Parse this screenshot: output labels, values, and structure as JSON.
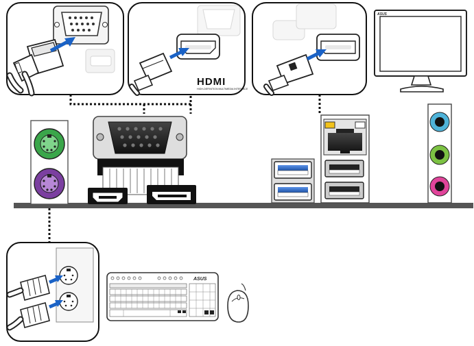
{
  "hdmi_logo": {
    "wordmark": "HDMI",
    "tagline": "HIGH-DEFINITION MULTIMEDIA INTERFACE"
  },
  "monitor": {
    "brand": "ASUS"
  },
  "keyboard": {
    "brand": "ASUS"
  },
  "colors": {
    "ps2_keyboard": "#7b3fa0",
    "ps2_mouse": "#3aa64a",
    "usb3_blue": "#2f6fd1",
    "audio_line_in": "#4fb3d9",
    "audio_line_out": "#7cc243",
    "audio_mic": "#e0449a",
    "lan_led_left": "#f2c21a",
    "board_edge": "#555555"
  },
  "icons": [
    "vga-connector-icon",
    "hdmi-connector-icon",
    "displayport-connector-icon",
    "monitor-icon",
    "ps2-port-icon",
    "usb3-port-icon",
    "usb2-port-icon",
    "lan-port-icon",
    "audio-jack-icon",
    "keyboard-icon",
    "mouse-icon"
  ]
}
